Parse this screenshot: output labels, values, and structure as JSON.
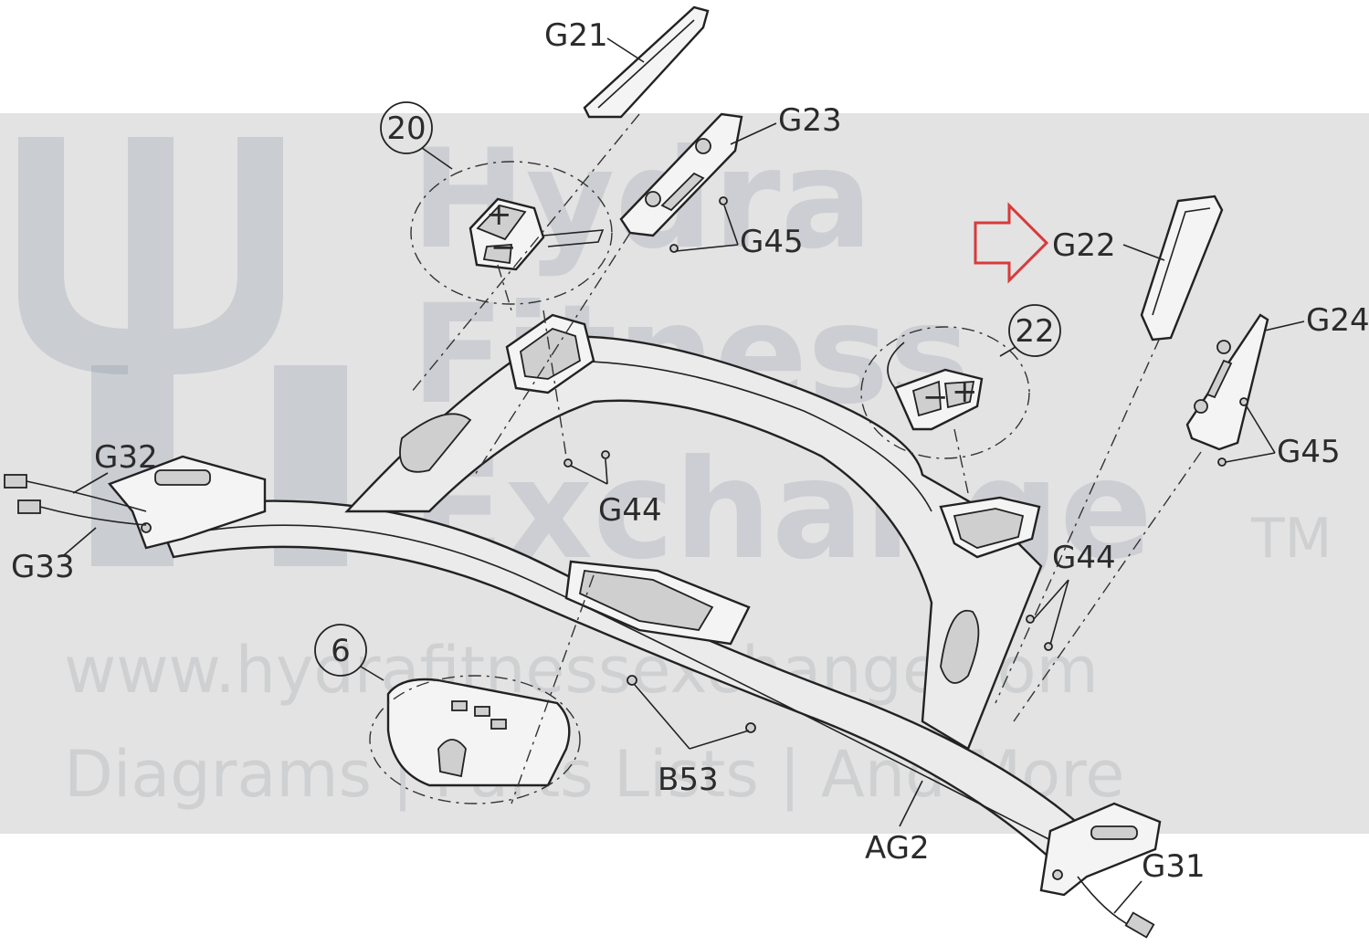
{
  "watermark": {
    "line1": "Hydra",
    "line2": "Fitness",
    "line3": "Exchange",
    "trademark": "TM",
    "url": "www.hydrafitnessexchange.com",
    "tagline": "Diagrams | Parts Lists | And More"
  },
  "callouts": {
    "c20": "20",
    "c22": "22",
    "c6": "6"
  },
  "labels": {
    "G21": "G21",
    "G23": "G23",
    "G45a": "G45",
    "G22": "G22",
    "G24": "G24",
    "G45b": "G45",
    "G32": "G32",
    "G33": "G33",
    "G44a": "G44",
    "G44b": "G44",
    "B53": "B53",
    "AG2": "AG2",
    "G31": "G31"
  },
  "button_glyphs": {
    "plus": "+",
    "minus": "−"
  },
  "highlight_arrow_color": "#d9393b"
}
